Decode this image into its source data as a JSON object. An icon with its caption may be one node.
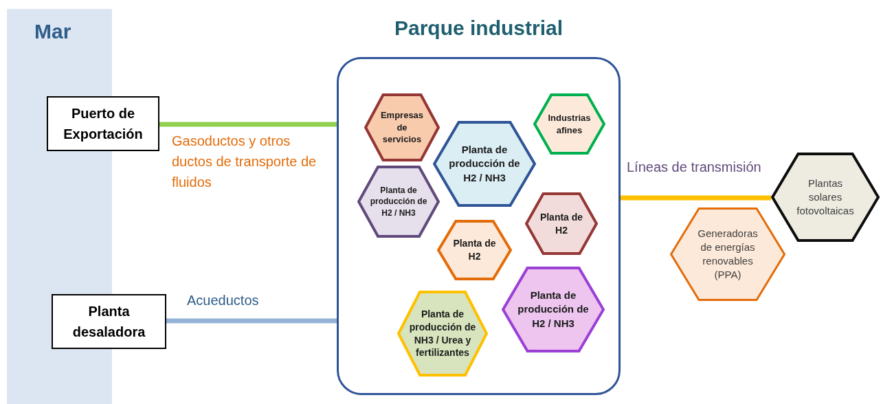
{
  "diagram": {
    "nodes": [
      {
        "text": [
          "Mar"
        ]
      },
      {
        "text": [
          "Puerto de Exportación"
        ]
      },
      {
        "text": [
          "Planta desaladora"
        ]
      },
      {
        "text": [
          "Parque industrial"
        ]
      },
      {
        "text": [
          "Empresas de servicios"
        ],
        "in": 3
      },
      {
        "text": [
          "Industrias afines"
        ],
        "in": 3
      },
      {
        "text": [
          "Planta de producción de H2 / NH3"
        ],
        "in": 3
      },
      {
        "text": [
          "Planta de producción de H2 / NH3"
        ],
        "in": 3
      },
      {
        "text": [
          "Planta de H2"
        ],
        "in": 3
      },
      {
        "text": [
          "Planta de H2"
        ],
        "in": 3
      },
      {
        "text": [
          "Planta de producción de NH3 / Urea y fertilizantes"
        ],
        "in": 3
      },
      {
        "text": [
          "Planta de producción de H2 / NH3"
        ],
        "in": 3
      },
      {
        "text": [
          "Generadoras de energías renovables (PPA)"
        ]
      },
      {
        "text": [
          "Plantas solares fotovoltaicas"
        ]
      }
    ],
    "edges": [
      {
        "from": 1,
        "to": 3,
        "arrow": "none",
        "label": "Gasoductos y otros ductos de transporte de fluidos",
        "color": "#92d050"
      },
      {
        "from": 2,
        "to": 3,
        "arrow": "none",
        "label": "Acueductos",
        "color": "#95b3d7"
      },
      {
        "from": 3,
        "to": 13,
        "arrow": "none",
        "label": "Líneas de transmisión",
        "color": "#ffc000"
      }
    ]
  }
}
